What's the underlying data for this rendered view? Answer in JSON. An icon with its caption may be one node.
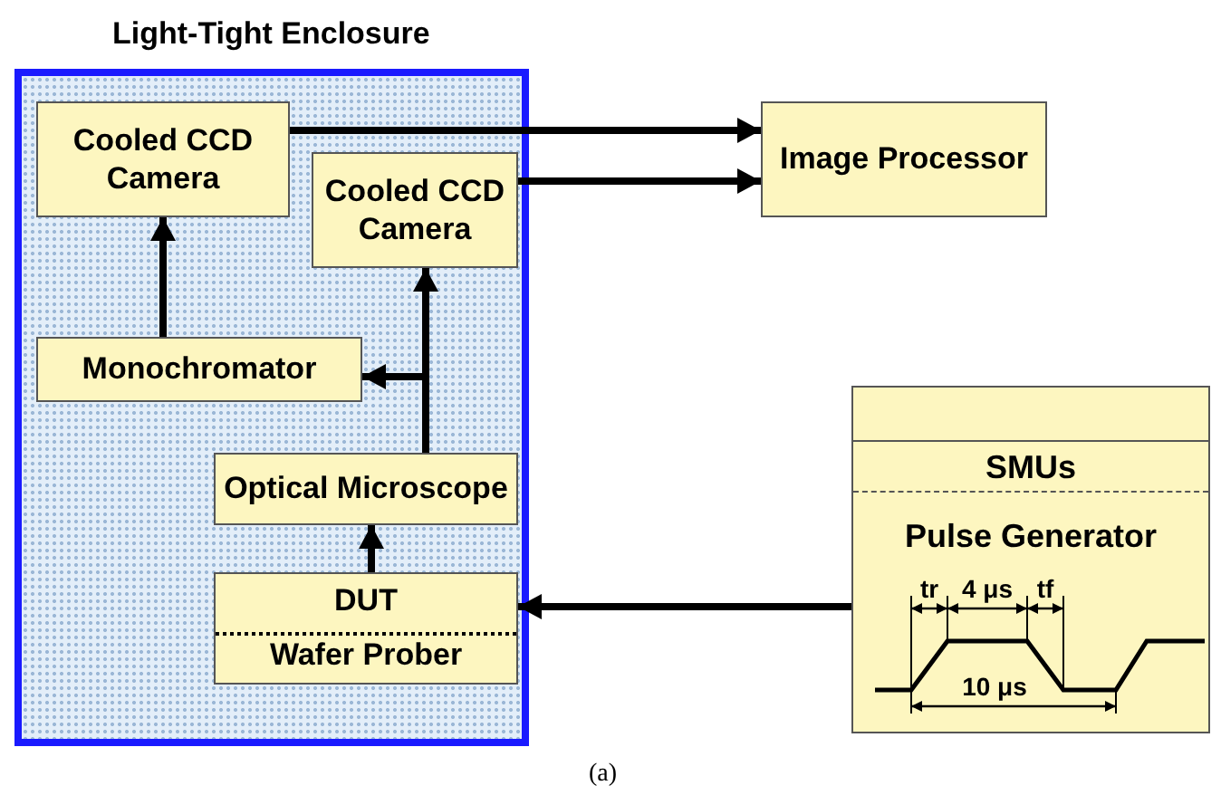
{
  "diagram": {
    "caption": "(a)",
    "nodes": [
      {
        "text": [
          "Light-Tight Enclosure"
        ]
      },
      {
        "text": [
          "Cooled CCD Camera"
        ],
        "in": 0
      },
      {
        "text": [
          "Cooled CCD Camera"
        ],
        "in": 0
      },
      {
        "text": [
          "Monochromator"
        ],
        "in": 0
      },
      {
        "text": [
          "Optical Microscope"
        ],
        "in": 0
      },
      {
        "text": [
          "DUT",
          "Wafer Prober"
        ],
        "in": 0
      },
      {
        "text": [
          "Image Processor"
        ]
      },
      {
        "text": [
          "SMUs",
          "Pulse Generator"
        ]
      }
    ],
    "edges": [
      {
        "from": 1,
        "to": 6,
        "arrow": "to"
      },
      {
        "from": 2,
        "to": 6,
        "arrow": "to"
      },
      {
        "from": 3,
        "to": 1,
        "arrow": "to"
      },
      {
        "from": 4,
        "to": 2,
        "arrow": "to"
      },
      {
        "from": 4,
        "to": 3,
        "arrow": "to"
      },
      {
        "from": 5,
        "to": 4,
        "arrow": "to"
      },
      {
        "from": 7,
        "to": 5,
        "arrow": "to"
      }
    ],
    "labels": [
      "tr",
      "4 μs",
      "tf",
      "10 μs"
    ]
  }
}
